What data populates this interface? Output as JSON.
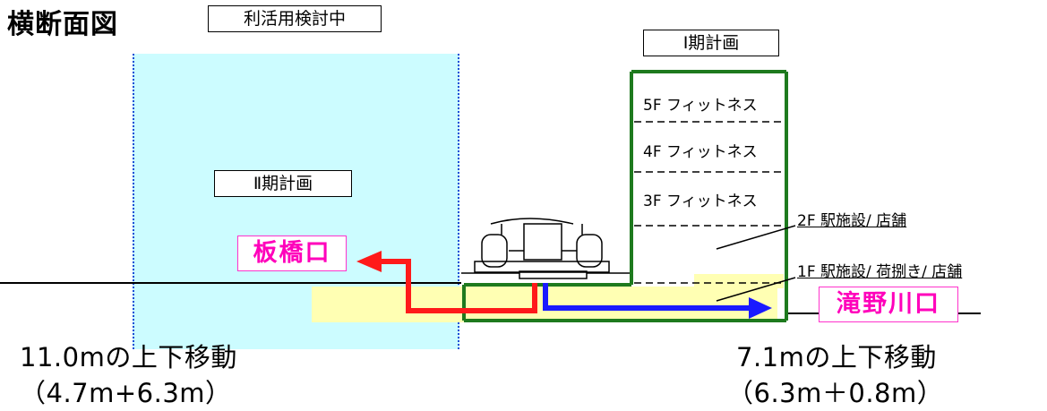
{
  "title": "横断面図",
  "labels": {
    "utilization": "利活用検討中",
    "phase1": "Ⅰ期計画",
    "phase2": "Ⅱ期計画"
  },
  "floors": [
    {
      "label": "5F  フィットネス"
    },
    {
      "label": "4F  フィットネス"
    },
    {
      "label": "3F  フィットネス"
    }
  ],
  "callouts": {
    "floor2": "2F  駅施設/ 店舗",
    "floor1": "1F  駅施設/ 荷捌き/ 店舗"
  },
  "exits": {
    "left": "板橋口",
    "right": "滝野川口"
  },
  "movement": {
    "left_main": "11.0mの上下移動",
    "left_detail": "（4.7m+6.3m）",
    "right_main": "7.1mの上下移動",
    "right_detail": "（6.3m＋0.8m）"
  },
  "colors": {
    "zone2_fill": "#ccfcff",
    "zone2_border": "#1a4fd6",
    "building_outline": "#1e7a1e",
    "underground_fill": "#ffffb3",
    "left_arrow": "#ff1a1a",
    "right_arrow": "#1a1aff",
    "exit_label": "#ff00bb"
  }
}
